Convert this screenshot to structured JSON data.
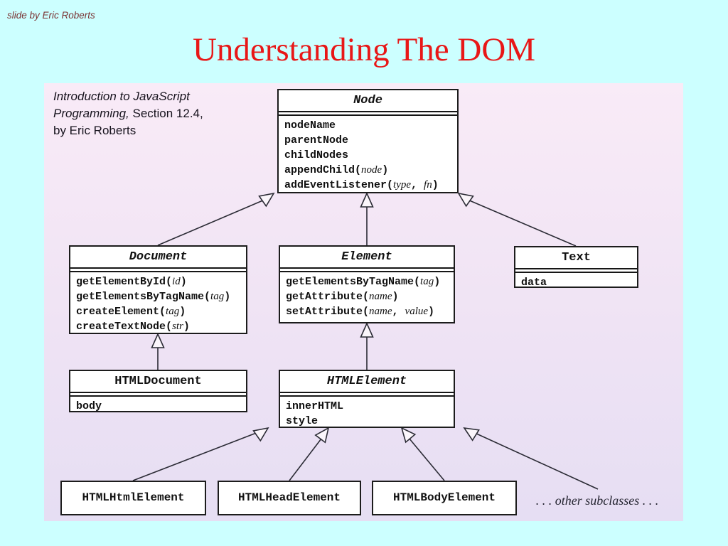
{
  "slide": {
    "credit": "slide by Eric Roberts",
    "title": "Understanding The DOM",
    "intro_lines": [
      "*Introduction to JavaScript*",
      "*Programming,* Section 12.4,",
      "by Eric Roberts"
    ],
    "other_subclasses": ". . . other subclasses . . ."
  },
  "colors": {
    "page_bg": "#ccffff",
    "panel_bg_top": "#f9ebf7",
    "panel_bg_bottom": "#e6def3",
    "title_red": "#e81717",
    "credit_red": "#7a3333"
  },
  "diagram": {
    "classes": {
      "node": {
        "title": "Node",
        "members": [
          "nodeName",
          "parentNode",
          "childNodes",
          "appendChild(*node*)",
          "addEventListener(*type*, *fn*)"
        ]
      },
      "document": {
        "title": "Document",
        "members": [
          "getElementById(*id*)",
          "getElementsByTagName(*tag*)",
          "createElement(*tag*)",
          "createTextNode(*str*)"
        ]
      },
      "element": {
        "title": "Element",
        "members": [
          "getElementsByTagName(*tag*)",
          "getAttribute(*name*)",
          "setAttribute(*name*, *value*)"
        ]
      },
      "text": {
        "title": "Text",
        "members": [
          "data"
        ]
      },
      "htmldocument": {
        "title": "HTMLDocument",
        "members": [
          "body"
        ]
      },
      "htmlelement": {
        "title": "HTMLElement",
        "members": [
          "innerHTML",
          "style"
        ]
      },
      "htmlhtmlelement": {
        "title": "HTMLHtmlElement"
      },
      "htmlheadelement": {
        "title": "HTMLHeadElement"
      },
      "htmlbodyelement": {
        "title": "HTMLBodyElement"
      }
    }
  }
}
